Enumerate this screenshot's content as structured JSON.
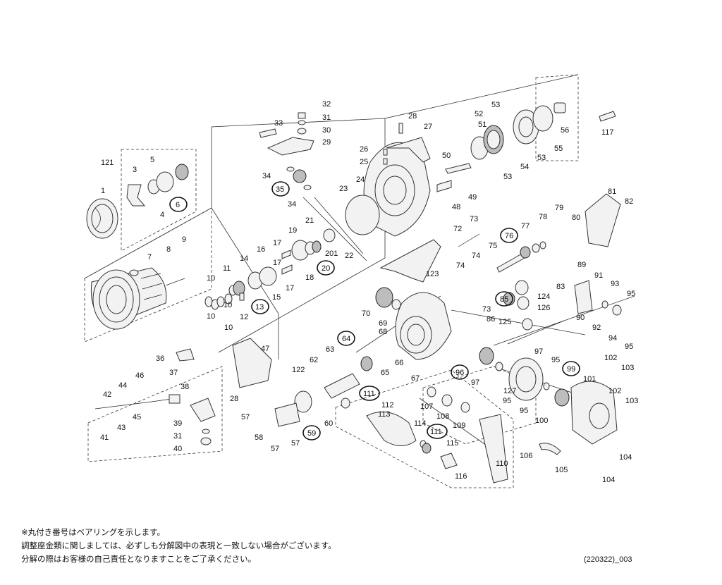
{
  "parts": [
    {
      "id": "p1",
      "label": "1"
    },
    {
      "id": "p3",
      "label": "3"
    },
    {
      "id": "p4",
      "label": "4"
    },
    {
      "id": "p5",
      "label": "5"
    },
    {
      "id": "p6",
      "label": "6"
    },
    {
      "id": "p7",
      "label": "7"
    },
    {
      "id": "p8",
      "label": "8"
    },
    {
      "id": "p9",
      "label": "9"
    },
    {
      "id": "p10a",
      "label": "10"
    },
    {
      "id": "p10b",
      "label": "10"
    },
    {
      "id": "p10c",
      "label": "10"
    },
    {
      "id": "p10d",
      "label": "10"
    },
    {
      "id": "p11",
      "label": "11"
    },
    {
      "id": "p12",
      "label": "12"
    },
    {
      "id": "p13",
      "label": "13"
    },
    {
      "id": "p14",
      "label": "14"
    },
    {
      "id": "p15",
      "label": "15"
    },
    {
      "id": "p16",
      "label": "16"
    },
    {
      "id": "p17a",
      "label": "17"
    },
    {
      "id": "p17b",
      "label": "17"
    },
    {
      "id": "p17c",
      "label": "17"
    },
    {
      "id": "p18",
      "label": "18"
    },
    {
      "id": "p19",
      "label": "19"
    },
    {
      "id": "p20",
      "label": "20"
    },
    {
      "id": "p21",
      "label": "21"
    },
    {
      "id": "p201",
      "label": "201"
    },
    {
      "id": "p22",
      "label": "22"
    },
    {
      "id": "p23",
      "label": "23"
    },
    {
      "id": "p24",
      "label": "24"
    },
    {
      "id": "p25",
      "label": "25"
    },
    {
      "id": "p26",
      "label": "26"
    },
    {
      "id": "p27",
      "label": "27"
    },
    {
      "id": "p28a",
      "label": "28"
    },
    {
      "id": "p28b",
      "label": "28"
    },
    {
      "id": "p29",
      "label": "29"
    },
    {
      "id": "p30",
      "label": "30"
    },
    {
      "id": "p31a",
      "label": "31"
    },
    {
      "id": "p31b",
      "label": "31"
    },
    {
      "id": "p32",
      "label": "32"
    },
    {
      "id": "p33",
      "label": "33"
    },
    {
      "id": "p34a",
      "label": "34"
    },
    {
      "id": "p34b",
      "label": "34"
    },
    {
      "id": "p35",
      "label": "35"
    },
    {
      "id": "p36",
      "label": "36"
    },
    {
      "id": "p37",
      "label": "37"
    },
    {
      "id": "p38",
      "label": "38"
    },
    {
      "id": "p39",
      "label": "39"
    },
    {
      "id": "p40",
      "label": "40"
    },
    {
      "id": "p41",
      "label": "41"
    },
    {
      "id": "p42",
      "label": "42"
    },
    {
      "id": "p43",
      "label": "43"
    },
    {
      "id": "p44",
      "label": "44"
    },
    {
      "id": "p45",
      "label": "45"
    },
    {
      "id": "p46",
      "label": "46"
    },
    {
      "id": "p47",
      "label": "47"
    },
    {
      "id": "p48",
      "label": "48"
    },
    {
      "id": "p49",
      "label": "49"
    },
    {
      "id": "p50",
      "label": "50"
    },
    {
      "id": "p51",
      "label": "51"
    },
    {
      "id": "p52",
      "label": "52"
    },
    {
      "id": "p53a",
      "label": "53"
    },
    {
      "id": "p53b",
      "label": "53"
    },
    {
      "id": "p53c",
      "label": "53"
    },
    {
      "id": "p54",
      "label": "54"
    },
    {
      "id": "p55",
      "label": "55"
    },
    {
      "id": "p56",
      "label": "56"
    },
    {
      "id": "p57a",
      "label": "57"
    },
    {
      "id": "p57b",
      "label": "57"
    },
    {
      "id": "p57c",
      "label": "57"
    },
    {
      "id": "p58",
      "label": "58"
    },
    {
      "id": "p59",
      "label": "59"
    },
    {
      "id": "p60",
      "label": "60"
    },
    {
      "id": "p62",
      "label": "62"
    },
    {
      "id": "p63",
      "label": "63"
    },
    {
      "id": "p64",
      "label": "64"
    },
    {
      "id": "p65",
      "label": "65"
    },
    {
      "id": "p66",
      "label": "66"
    },
    {
      "id": "p67",
      "label": "67"
    },
    {
      "id": "p68",
      "label": "68"
    },
    {
      "id": "p69",
      "label": "69"
    },
    {
      "id": "p70",
      "label": "70"
    },
    {
      "id": "p72",
      "label": "72"
    },
    {
      "id": "p73a",
      "label": "73"
    },
    {
      "id": "p73b",
      "label": "73"
    },
    {
      "id": "p74a",
      "label": "74"
    },
    {
      "id": "p74b",
      "label": "74"
    },
    {
      "id": "p75",
      "label": "75"
    },
    {
      "id": "p76",
      "label": "76"
    },
    {
      "id": "p77",
      "label": "77"
    },
    {
      "id": "p78",
      "label": "78"
    },
    {
      "id": "p79",
      "label": "79"
    },
    {
      "id": "p80",
      "label": "80"
    },
    {
      "id": "p81",
      "label": "81"
    },
    {
      "id": "p82",
      "label": "82"
    },
    {
      "id": "p83",
      "label": "83"
    },
    {
      "id": "p85",
      "label": "85"
    },
    {
      "id": "p86",
      "label": "86"
    },
    {
      "id": "p89",
      "label": "89"
    },
    {
      "id": "p90",
      "label": "90"
    },
    {
      "id": "p91",
      "label": "91"
    },
    {
      "id": "p92",
      "label": "92"
    },
    {
      "id": "p93",
      "label": "93"
    },
    {
      "id": "p94",
      "label": "94"
    },
    {
      "id": "p95a",
      "label": "95"
    },
    {
      "id": "p95b",
      "label": "95"
    },
    {
      "id": "p95c",
      "label": "95"
    },
    {
      "id": "p95d",
      "label": "95"
    },
    {
      "id": "p95e",
      "label": "95"
    },
    {
      "id": "p96",
      "label": "96"
    },
    {
      "id": "p97a",
      "label": "97"
    },
    {
      "id": "p97b",
      "label": "97"
    },
    {
      "id": "p99",
      "label": "99"
    },
    {
      "id": "p100",
      "label": "100"
    },
    {
      "id": "p101",
      "label": "101"
    },
    {
      "id": "p102a",
      "label": "102"
    },
    {
      "id": "p102b",
      "label": "102"
    },
    {
      "id": "p103a",
      "label": "103"
    },
    {
      "id": "p103b",
      "label": "103"
    },
    {
      "id": "p104a",
      "label": "104"
    },
    {
      "id": "p104b",
      "label": "104"
    },
    {
      "id": "p105",
      "label": "105"
    },
    {
      "id": "p106",
      "label": "106"
    },
    {
      "id": "p107",
      "label": "107"
    },
    {
      "id": "p108",
      "label": "108"
    },
    {
      "id": "p109",
      "label": "109"
    },
    {
      "id": "p110",
      "label": "110"
    },
    {
      "id": "p111a",
      "label": "111"
    },
    {
      "id": "p111b",
      "label": "111"
    },
    {
      "id": "p112",
      "label": "112"
    },
    {
      "id": "p113",
      "label": "113"
    },
    {
      "id": "p114",
      "label": "114"
    },
    {
      "id": "p115",
      "label": "115"
    },
    {
      "id": "p116",
      "label": "116"
    },
    {
      "id": "p117",
      "label": "117"
    },
    {
      "id": "p121",
      "label": "121"
    },
    {
      "id": "p122",
      "label": "122"
    },
    {
      "id": "p123",
      "label": "123"
    },
    {
      "id": "p124",
      "label": "124"
    },
    {
      "id": "p125",
      "label": "125"
    },
    {
      "id": "p126",
      "label": "126"
    },
    {
      "id": "p127",
      "label": "127"
    }
  ],
  "notes": [
    "※丸付き番号はベアリングを示します。",
    "調整座金類に関しましては、必ずしも分解図中の表現と一致しない場合がございます。",
    "分解の際はお客様の自己責任となりますことをご了承ください。"
  ],
  "diagram_code": "(220322)_003"
}
